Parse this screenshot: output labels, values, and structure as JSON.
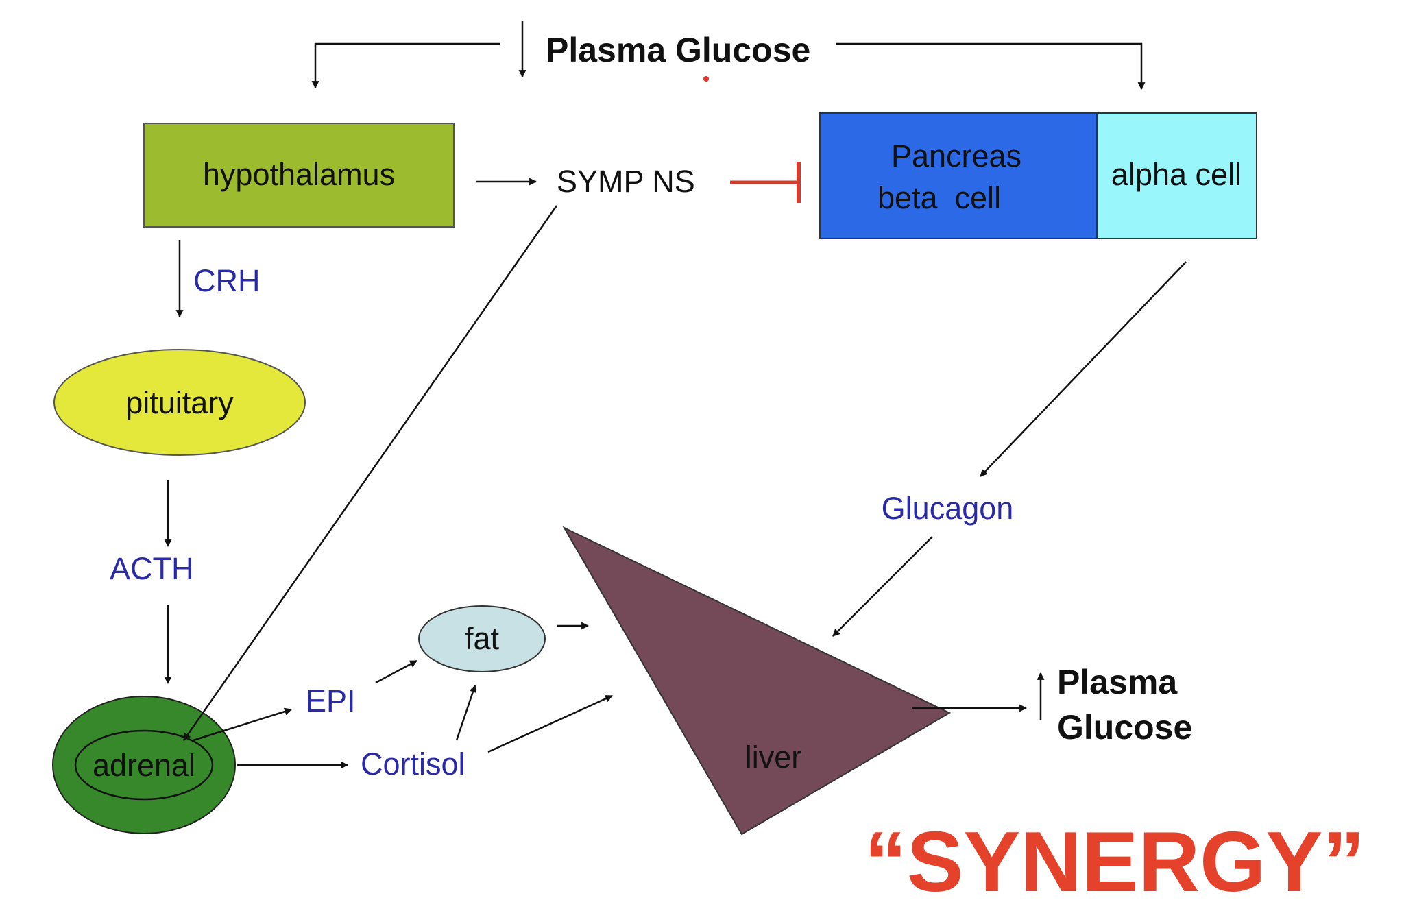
{
  "top_label": "Plasma Glucose",
  "nodes": {
    "hypothalamus": "hypothalamus",
    "symp_ns": "SYMP NS",
    "pancreas_line1": "Pancreas",
    "pancreas_line2": "beta  cell",
    "alpha_cell": "alpha cell",
    "pituitary": "pituitary",
    "adrenal": "adrenal",
    "fat": "fat",
    "liver": "liver"
  },
  "hormones": {
    "crh": "CRH",
    "acth": "ACTH",
    "epi": "EPI",
    "cortisol": "Cortisol",
    "glucagon": "Glucagon"
  },
  "outcome": {
    "line1": "Plasma",
    "line2": "Glucose"
  },
  "synergy_label": "“SYNERGY”",
  "colors": {
    "hypothalamus_fill": "#9dbb2e",
    "pancreas_beta_fill": "#2b69e6",
    "alpha_cell_fill": "#99f7fb",
    "pituitary_fill": "#e4e83b",
    "adrenal_fill": "#37882a",
    "fat_fill": "#c7e1e5",
    "liver_fill": "#744a59",
    "hormone_text": "#2a2aa6",
    "inhibition": "#d83a2c",
    "synergy_text": "#e4422b"
  },
  "icons": {
    "decrease_arrow": "down-arrow-icon",
    "increase_arrow": "up-arrow-icon",
    "inhibition": "inhibition-bar-icon"
  }
}
